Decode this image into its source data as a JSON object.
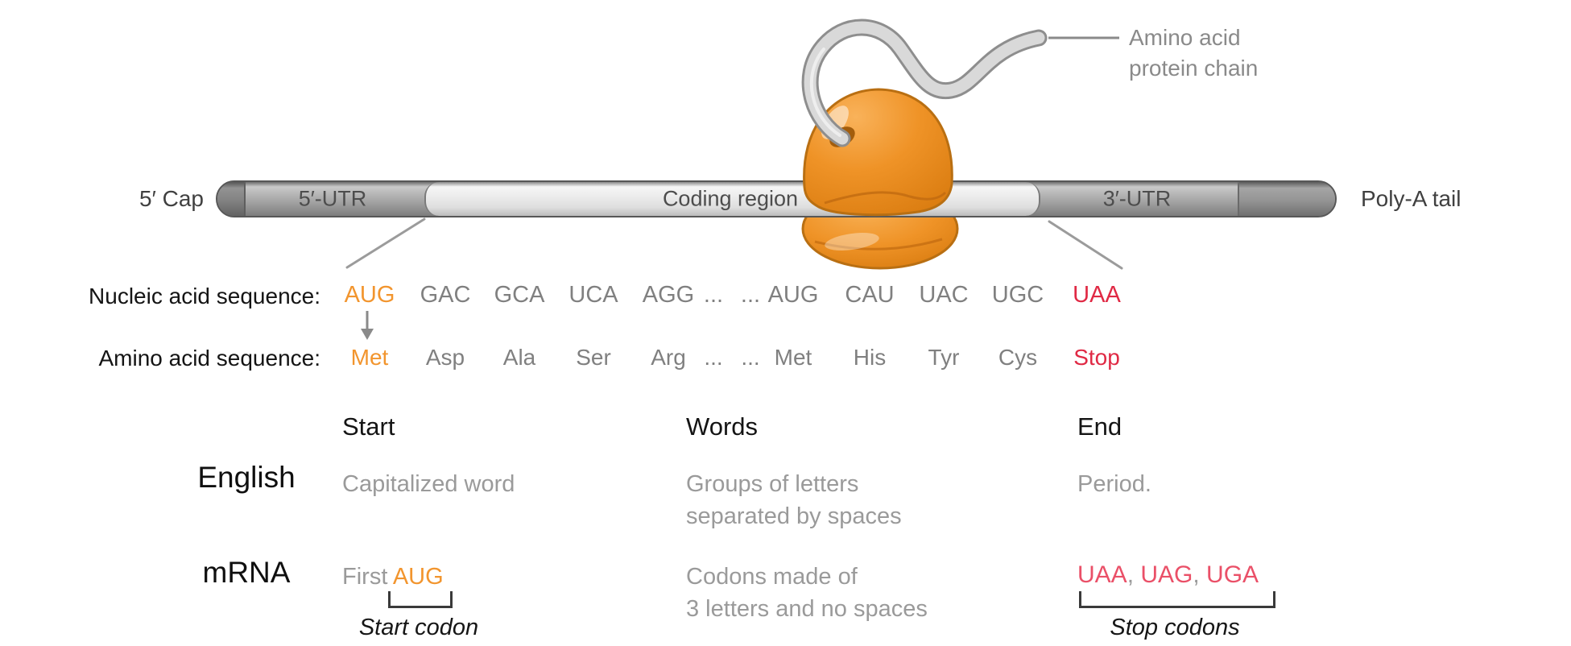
{
  "colors": {
    "orange": "#f2952e",
    "red": "#e02944",
    "red_light": "#ea5068",
    "gray": "#808080",
    "light_gray_text": "#9a9a9a",
    "ribosome_orange": "#ef9327",
    "ribosome_outline": "#b96f12"
  },
  "protein_chain_label": {
    "line1": "Amino acid",
    "line2": "protein chain"
  },
  "mrna_bar": {
    "left_label": "5′ Cap",
    "right_label": "Poly-A tail",
    "segments": {
      "utr5": "5′-UTR",
      "coding": "Coding region",
      "utr3": "3′-UTR"
    }
  },
  "sequence": {
    "row1_label": "Nucleic acid sequence:",
    "row2_label": "Amino acid sequence:",
    "columns": [
      {
        "codon": "AUG",
        "amino": "Met",
        "color": "orange"
      },
      {
        "codon": "GAC",
        "amino": "Asp",
        "color": "gray"
      },
      {
        "codon": "GCA",
        "amino": "Ala",
        "color": "gray"
      },
      {
        "codon": "UCA",
        "amino": "Ser",
        "color": "gray"
      },
      {
        "codon": "AGG",
        "amino": "Arg",
        "color": "gray"
      },
      {
        "codon": "...",
        "amino": "...",
        "color": "gray"
      },
      {
        "codon": "...",
        "amino": "...",
        "color": "gray"
      },
      {
        "codon": "AUG",
        "amino": "Met",
        "color": "gray"
      },
      {
        "codon": "CAU",
        "amino": "His",
        "color": "gray"
      },
      {
        "codon": "UAC",
        "amino": "Tyr",
        "color": "gray"
      },
      {
        "codon": "UGC",
        "amino": "Cys",
        "color": "gray"
      },
      {
        "codon": "UAA",
        "amino": "Stop",
        "color": "red"
      }
    ]
  },
  "table": {
    "headers": {
      "start": "Start",
      "words": "Words",
      "end": "End"
    },
    "english": {
      "label": "English",
      "start": "Capitalized word",
      "words_line1": "Groups of letters",
      "words_line2": "separated by spaces",
      "end": "Period."
    },
    "mrna": {
      "label": "mRNA",
      "start_prefix": "First",
      "start_codon": "AUG",
      "words_line1": "Codons made of",
      "words_line2": "3 letters and no spaces",
      "stop_codons": [
        "UAA",
        "UAG",
        "UGA"
      ],
      "start_caption": "Start codon",
      "stop_caption": "Stop codons"
    }
  }
}
